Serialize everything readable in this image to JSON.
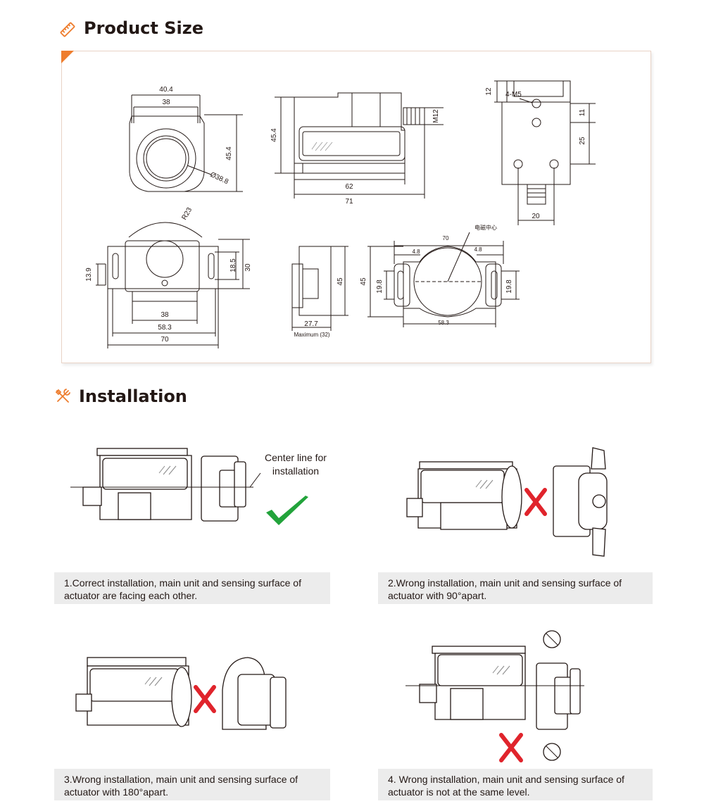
{
  "sections": {
    "product_size": {
      "title": "Product Size"
    },
    "installation": {
      "title": "Installation"
    }
  },
  "colors": {
    "accent": "#ee7d2e",
    "check": "#22a33b",
    "cross": "#e0242c",
    "line": "#231815",
    "caption_bg": "#ececec"
  },
  "icons": {
    "size_icon": "ruler-icon",
    "install_icon": "tools-icon"
  },
  "dimensions": {
    "front": {
      "width_outer": "40.4",
      "width_inner": "38",
      "height": "45.4",
      "diameter": "Ø38.8"
    },
    "side": {
      "height": "45.4",
      "thread": "M12",
      "length_body": "62",
      "length_total": "71"
    },
    "top": {
      "top_offset": "12",
      "holes": "4-M5",
      "hole_gap_small": "11",
      "hole_gap_large": "25",
      "connector_width": "20"
    },
    "actuator_front": {
      "radius": "R23",
      "left_height": "13.9",
      "right_height_inner": "18.5",
      "right_height_outer": "30",
      "w_inner": "38",
      "w_mid": "58.3",
      "w_outer": "70"
    },
    "actuator_side": {
      "height": "45",
      "depth": "27.7",
      "max": "Maximum (32)"
    },
    "actuator_top": {
      "width": "70",
      "left_gap": "4.8",
      "right_gap": "4.8",
      "height": "45",
      "left_slot": "19.8",
      "right_slot": "19.8",
      "bottom": "58.3",
      "center_label": "电磁中心"
    }
  },
  "installation": {
    "center_line_label_1": "Center line for",
    "center_line_label_2": "installation",
    "captions": [
      {
        "line1": "1.Correct installation, main unit and sensing surface of",
        "line2": "actuator are facing each other."
      },
      {
        "line1": "2.Wrong installation, main unit and sensing surface of",
        "line2": "actuator with 90°apart."
      },
      {
        "line1": "3.Wrong installation, main unit and sensing surface of",
        "line2": "actuator with 180°apart."
      },
      {
        "line1": "4. Wrong installation, main unit and sensing surface of",
        "line2": "actuator is not at the same level."
      }
    ]
  }
}
